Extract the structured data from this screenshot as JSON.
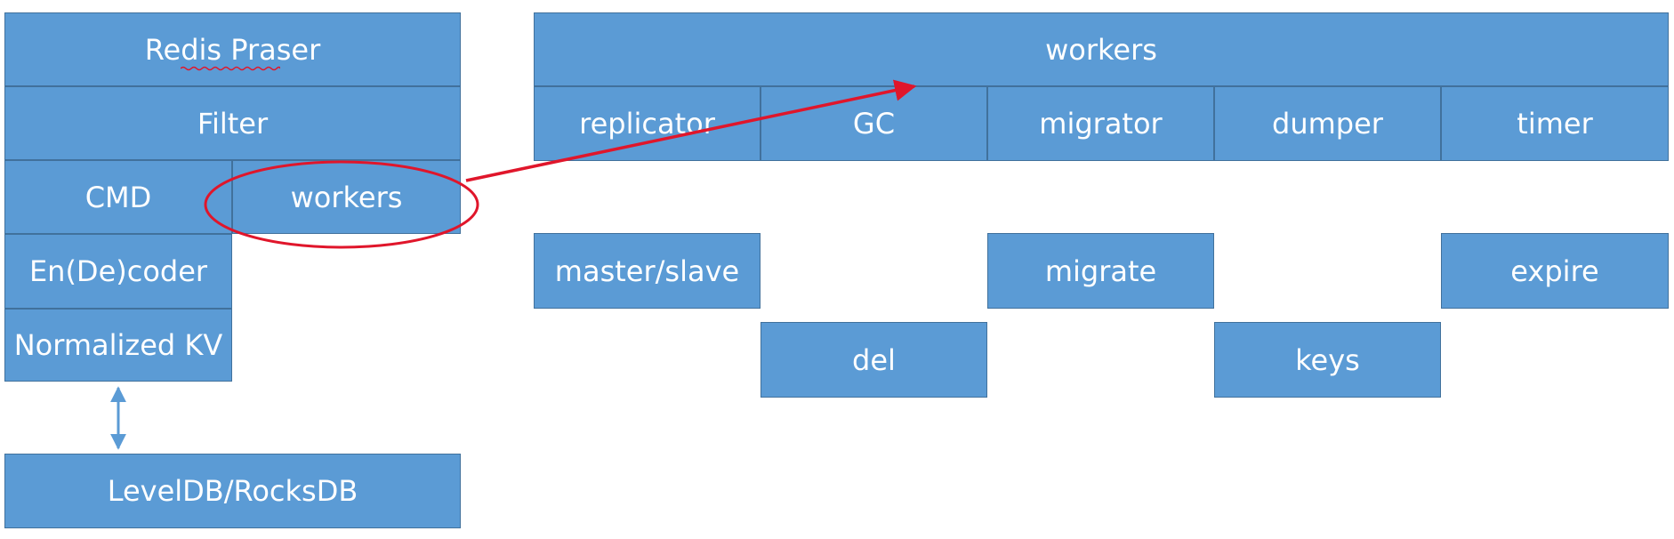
{
  "colors": {
    "box_fill": "#5b9bd5",
    "box_border": "#41719c",
    "text": "#ffffff",
    "callout_red": "#e0162b",
    "connector_arrow": "#5b9bd5"
  },
  "left_stack": {
    "redis_parser": "Redis Praser",
    "filter": "Filter",
    "cmd": "CMD",
    "workers": "workers",
    "encoder": "En(De)coder",
    "normalized_kv": "Normalized KV",
    "storage": "LevelDB/RocksDB"
  },
  "workers_panel": {
    "title": "workers",
    "items": [
      "replicator",
      "GC",
      "migrator",
      "dumper",
      "timer"
    ]
  },
  "tasks": {
    "master_slave": "master/slave",
    "migrate": "migrate",
    "expire": "expire",
    "del": "del",
    "keys": "keys"
  },
  "icons": {
    "callout": "ellipse-highlight",
    "pointer": "red-arrow",
    "link": "double-headed-arrow"
  }
}
